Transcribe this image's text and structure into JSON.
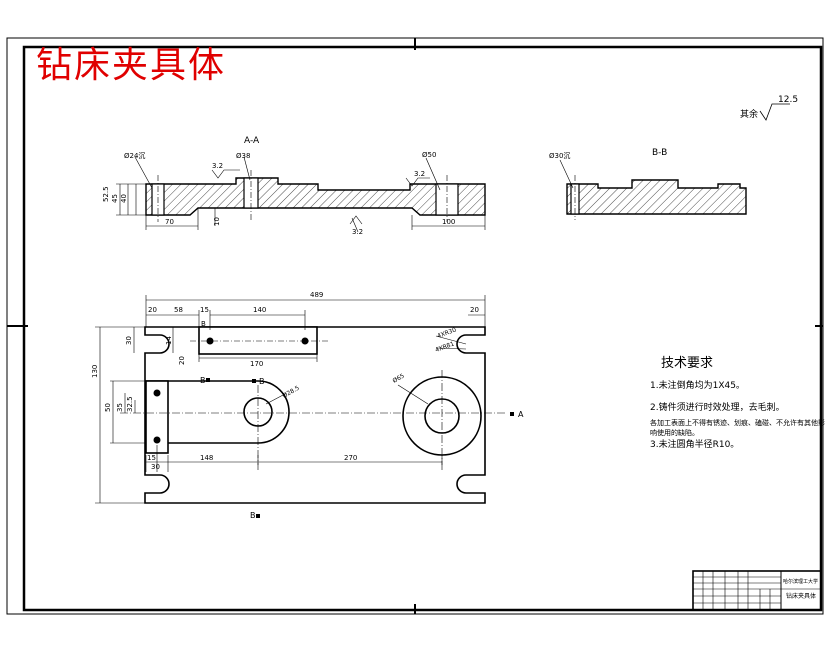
{
  "title": "钻床夹具体",
  "roughness_note": {
    "symbol_value": "12.5",
    "text": "其余"
  },
  "section_views": {
    "aa": {
      "label": "A-A",
      "dims": {
        "depth": "52.5",
        "h45": "45",
        "h40": "40",
        "l70": "70",
        "l100": "100",
        "v10": "10",
        "d38": "Ø38",
        "d50": "Ø50",
        "diag": "Ø24沉",
        "r1": "3.2",
        "r2": "3.2",
        "r3": "3.2"
      }
    },
    "bb": {
      "label": "B-B",
      "diag": "Ø30沉"
    }
  },
  "plan_view": {
    "top_dims": {
      "total": "489",
      "d20a": "20",
      "d58": "58",
      "d15": "15",
      "d140": "140",
      "d20b": "20",
      "d170": "170"
    },
    "left_dims": {
      "d30": "30",
      "d130": "130",
      "d20": "20",
      "d50": "50",
      "d35": "35",
      "d325": "32.5",
      "d15": "15",
      "d30b": "30",
      "d148": "148",
      "d270": "270",
      "s14": "14"
    },
    "callouts": {
      "r1": "4XR30",
      "r2": "4XR81",
      "d65": "Ø65",
      "d285": "Ø28.5"
    },
    "section_marks": {
      "b_top": "B",
      "b_left": "B",
      "b_mid": "B",
      "b_bottom": "B",
      "a_right": "A"
    }
  },
  "tech_requirements": {
    "heading": "技术要求",
    "items": [
      "1.未注倒角均为1X45。",
      "2.铸件须进行时效处理，去毛刺。",
      "各加工表面上不得有锈迹、划痕、磕碰、不允许有其他影响使用的缺陷。",
      "3.未注圆角半径R10。"
    ]
  },
  "title_block": {
    "drawing_name": "钻床夹具体",
    "school": "哈尔滨理工大学"
  }
}
